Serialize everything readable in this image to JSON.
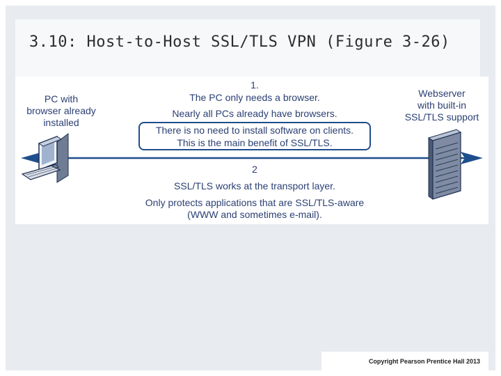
{
  "slide_title": "3.10: Host-to-Host SSL/TLS VPN (Figure 3-26)",
  "pc_label": [
    "PC with",
    "browser already",
    "installed"
  ],
  "server_label": [
    "Webserver",
    "with built-in",
    "SSL/TLS support"
  ],
  "step1": {
    "number": "1.",
    "line1": "The PC only needs a browser.",
    "line2": "Nearly all PCs already have browsers.",
    "box_line1": "There is no need to install software on clients.",
    "box_line2": "This is the main benefit of SSL/TLS."
  },
  "step2": {
    "number": "2",
    "line1": "SSL/TLS works at the transport layer.",
    "line2": "Only protects applications that are  SSL/TLS-aware",
    "line3": "(WWW and sometimes e-mail)."
  },
  "copyright": "Copyright Pearson Prentice Hall 2013",
  "colors": {
    "diagram_blue": "#1f4e8c",
    "text_navy": "#2b3f73",
    "slide_bg": "#e8ebef"
  }
}
